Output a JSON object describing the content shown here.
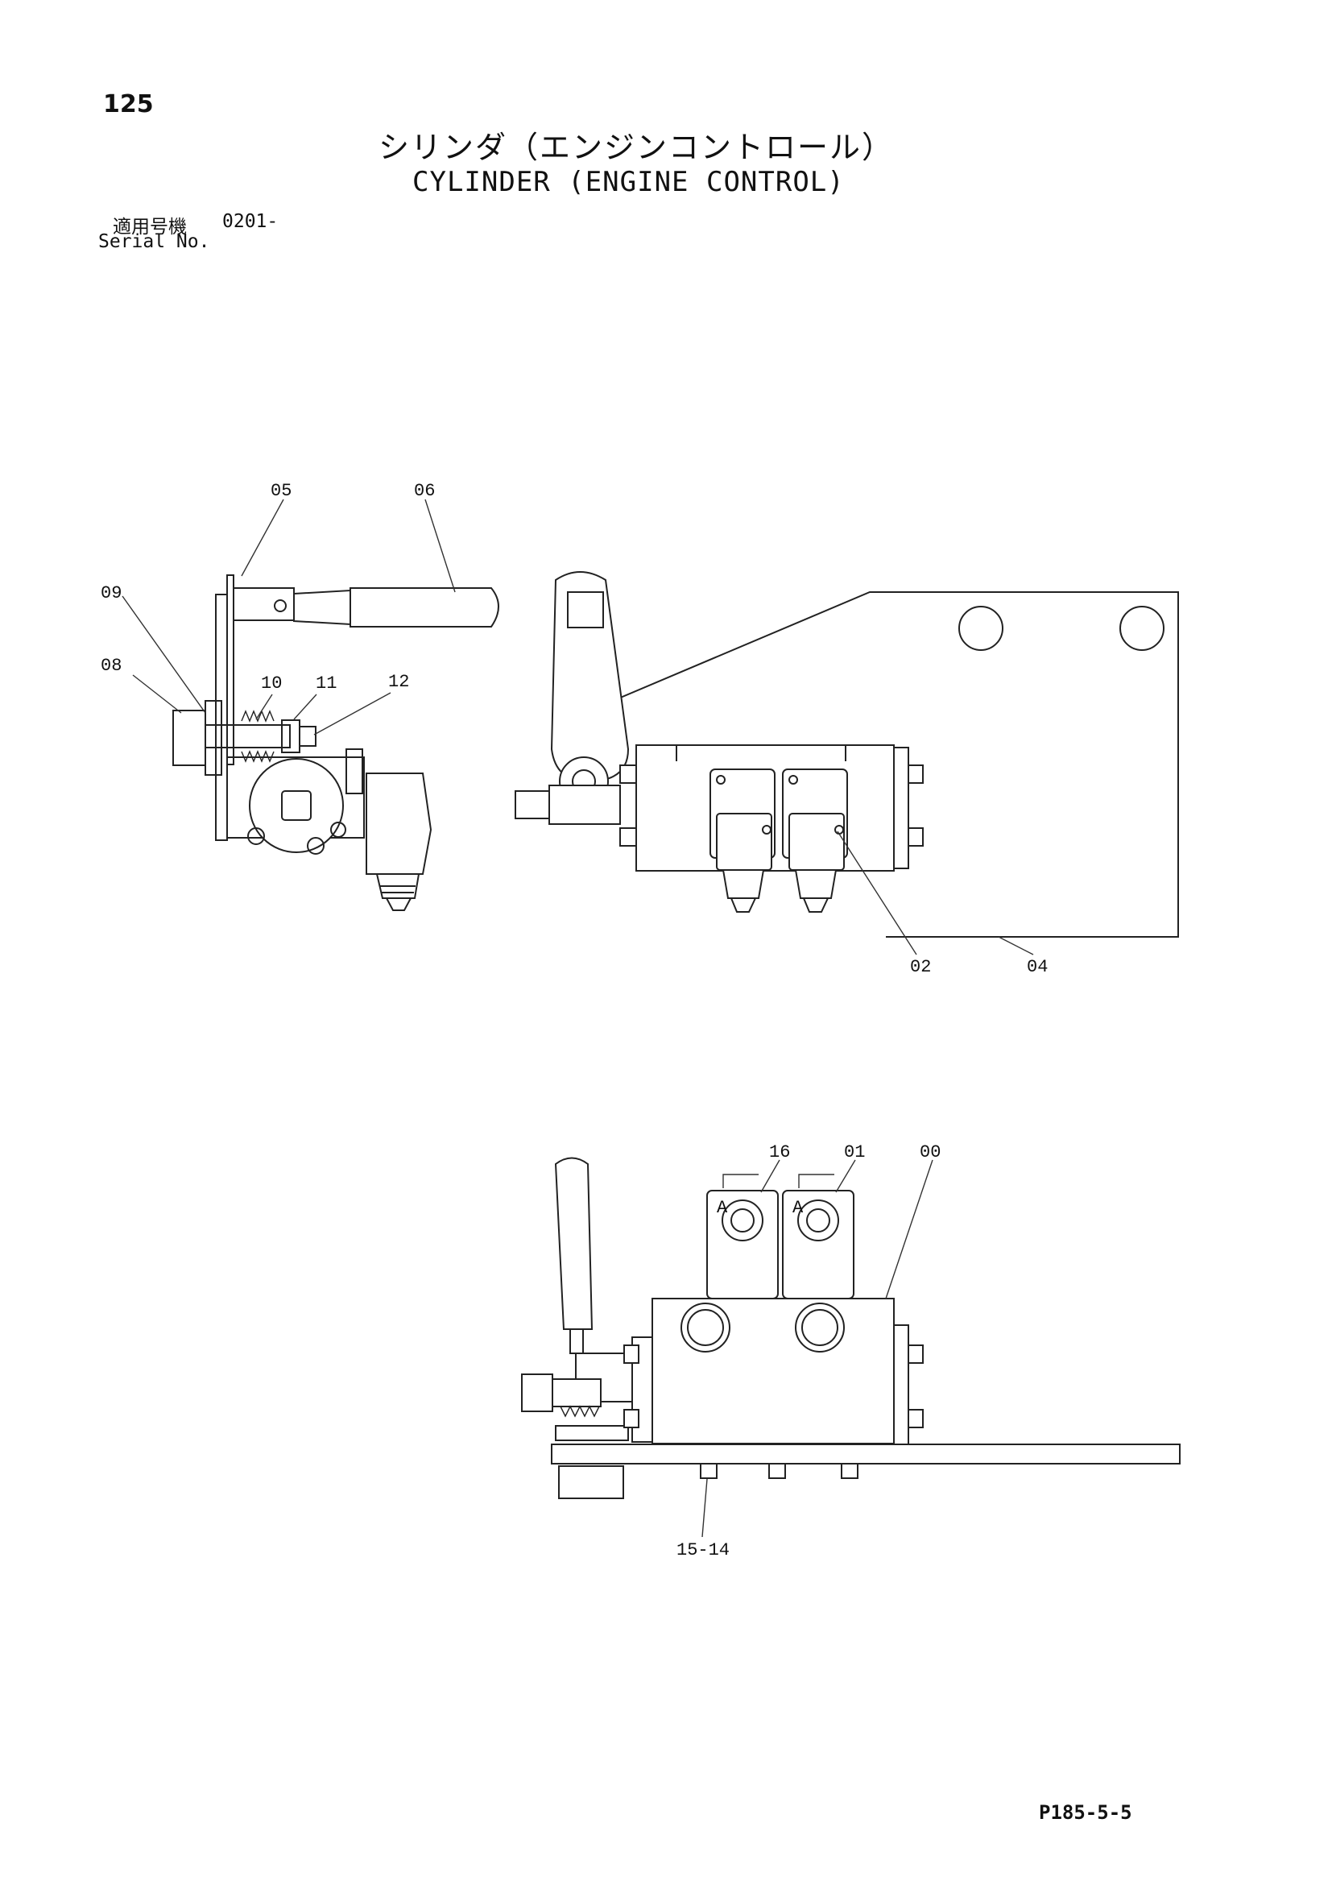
{
  "header": {
    "page_number": "125",
    "title_jp": "シリンダ（エンジンコントロール）",
    "title_en": "CYLINDER (ENGINE CONTROL)",
    "serial_label_jp": "適用号機",
    "serial_value": "0201-",
    "serial_label_en": "Serial No."
  },
  "callouts": {
    "c00": "00",
    "c01": "01",
    "c02": "02",
    "c04": "04",
    "c05": "05",
    "c06": "06",
    "c08": "08",
    "c09": "09",
    "c10": "10",
    "c11": "11",
    "c12": "12",
    "c16": "16",
    "c15_14": "15-14",
    "view_a": "A"
  },
  "footer": {
    "page_code": "P185-5-5"
  }
}
